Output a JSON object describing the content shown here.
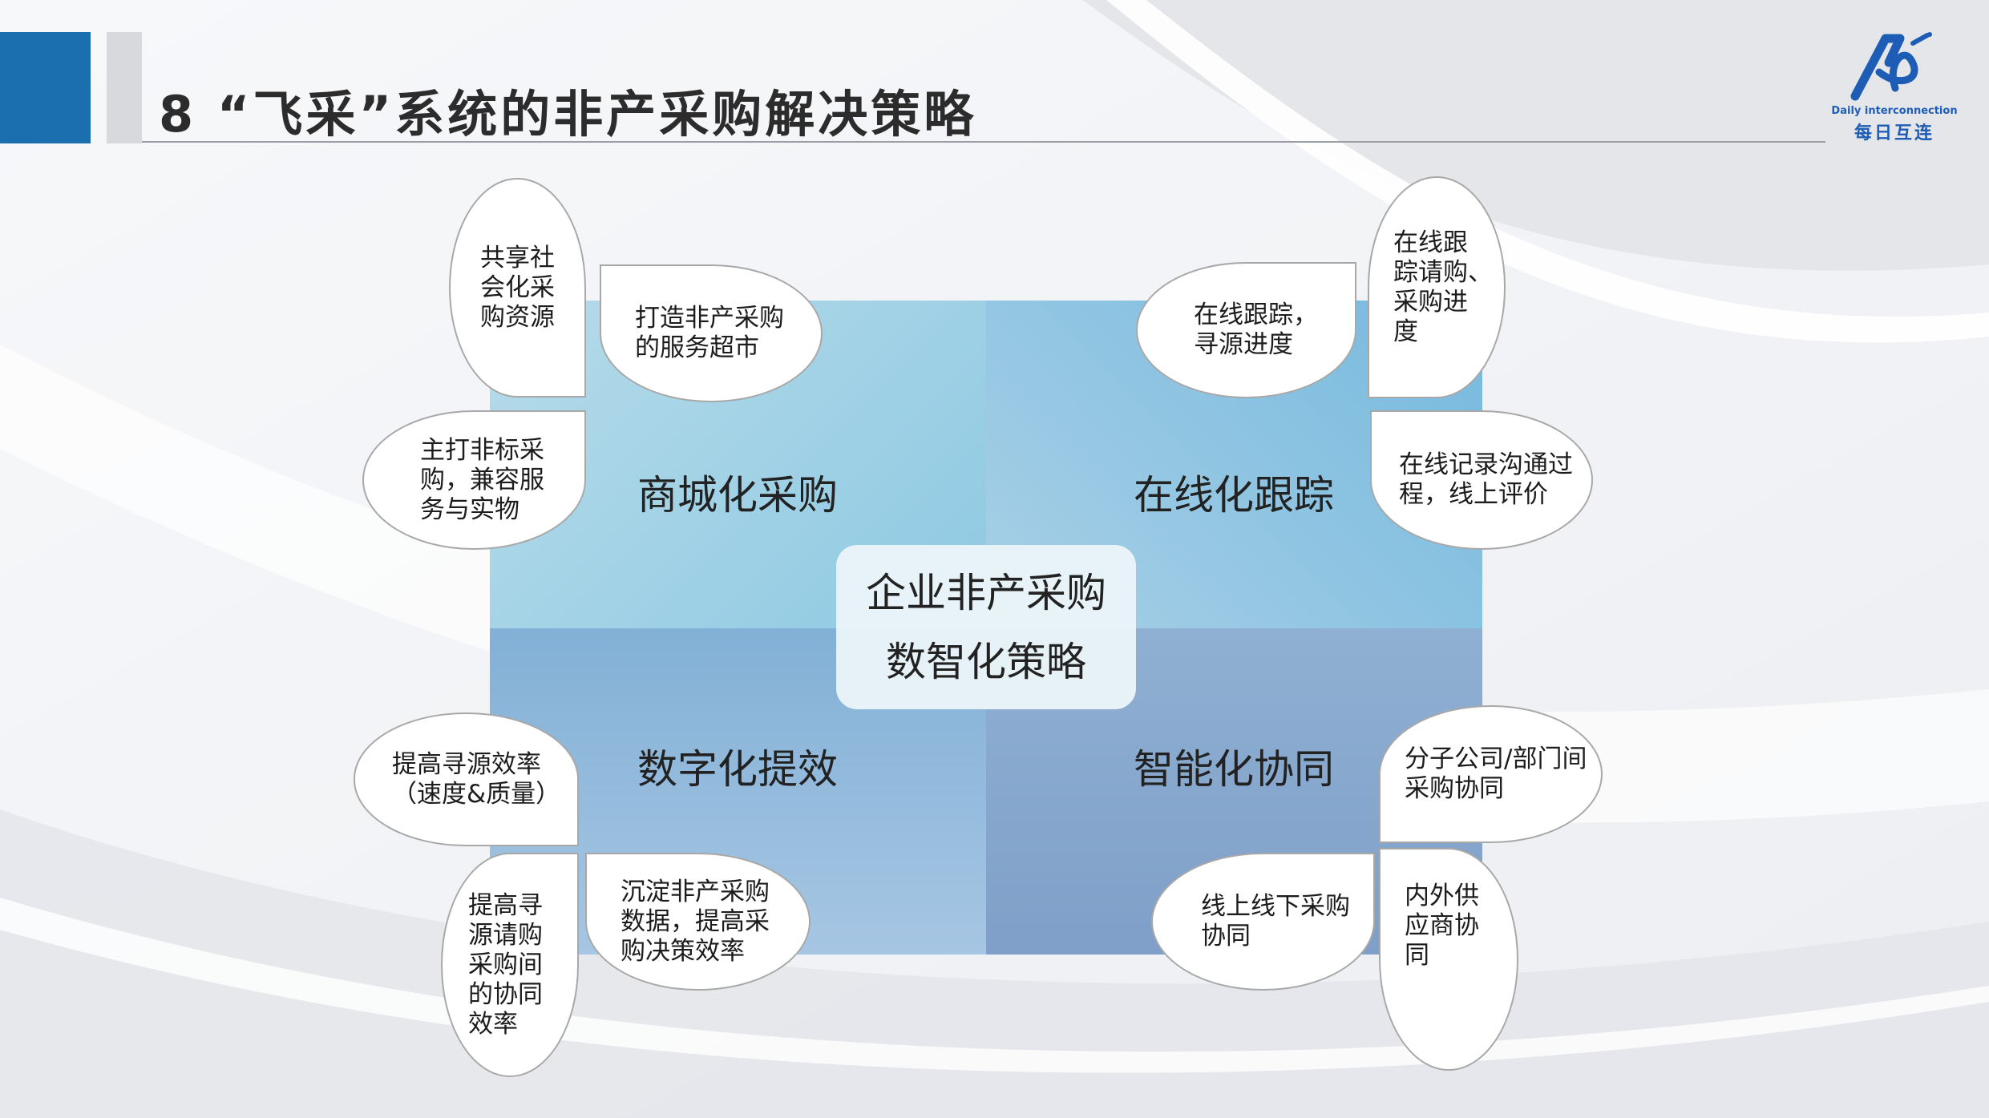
{
  "header": {
    "title": "8 “飞采”系统的非产采购解决策略"
  },
  "logo": {
    "text_en": "Daily interconnection",
    "text_cn": "每日互连"
  },
  "colors": {
    "brand_blue": "#1c6fae",
    "logo_blue": "#1d5db6"
  },
  "diagram": {
    "center": {
      "line1": "企业非产采购",
      "line2": "数智化策略"
    },
    "quadrants": [
      {
        "label": "商城化采购"
      },
      {
        "label": "在线化跟踪"
      },
      {
        "label": "数字化提效"
      },
      {
        "label": "智能化协同"
      }
    ],
    "leaves": [
      {
        "text": "共享社\n会化采\n购资源"
      },
      {
        "text": "打造非产采购\n的服务超市"
      },
      {
        "text": "主打非标采\n购，兼容服\n务与实物"
      },
      {
        "text": "在线跟\n踪请购、\n采购进\n度"
      },
      {
        "text": "在线跟踪，\n寻源进度"
      },
      {
        "text": "在线记录沟通过\n程，线上评价"
      },
      {
        "text": "提高寻源效率\n（速度&质量）"
      },
      {
        "text": "提高寻\n源请购\n采购间\n的协同\n效率"
      },
      {
        "text": "沉淀非产采购\n数据，提高采\n购决策效率"
      },
      {
        "text": "分子公司/部门间\n采购协同"
      },
      {
        "text": "线上线下采购\n协同"
      },
      {
        "text": "内外供\n应商协\n同"
      }
    ]
  }
}
